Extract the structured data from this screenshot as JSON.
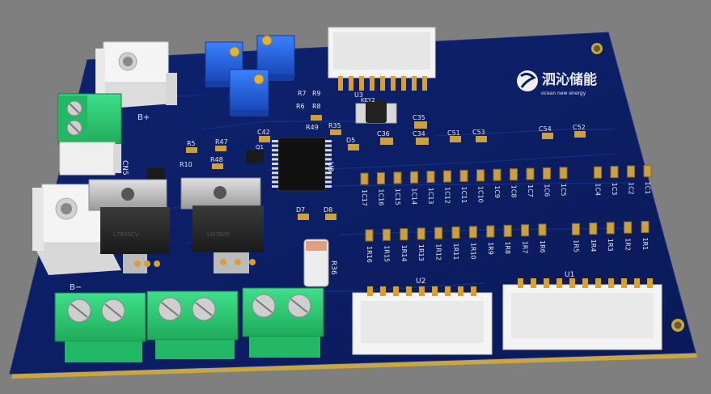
{
  "viewer": {
    "background_color": "#7f7f7f"
  },
  "board": {
    "color": "#0b1e64",
    "edge_color": "#c8a640",
    "silk_color": "#e8e8ec",
    "logo": {
      "name": "泗沁储能",
      "tagline": "ocean new energy"
    },
    "designators": {
      "cn5": "CN5",
      "u1": "U1",
      "u2": "U2",
      "u3": "U3",
      "u8": "U8",
      "q1": "Q1",
      "key": "KEY2",
      "r36": "R36",
      "r5": "R5",
      "r10": "R10",
      "r47": "R47",
      "r48": "R48",
      "r7": "R7",
      "r9": "R9",
      "r6": "R6",
      "r8": "R8",
      "r49": "R49",
      "r35": "R35",
      "c42": "C42",
      "c35": "C35",
      "c36": "C36",
      "c34": "C34",
      "c51": "C51",
      "c53": "C53",
      "c54": "C54",
      "c52": "C52",
      "d5": "D5",
      "d7": "D7",
      "d8": "D8",
      "b_plus": "B+",
      "b_minus": "B−"
    },
    "capacitor_labels": [
      "1C17",
      "1C16",
      "1C15",
      "1C14",
      "1C13",
      "1C12",
      "1C11",
      "1C10",
      "1C9",
      "1C8",
      "1C7",
      "1C6",
      "1C5",
      "1C4",
      "1C3",
      "1C2",
      "1C1"
    ],
    "resistor_labels": [
      "1R16",
      "1R15",
      "1R14",
      "1R13",
      "1R12",
      "1R11",
      "1R10",
      "1R9",
      "1R8",
      "1R7",
      "1R6",
      "1R5",
      "1R4",
      "1R3",
      "1R2",
      "1R1"
    ],
    "components": {
      "terminal_color": "#2ecc71",
      "potentiometer_color": "#1f5fd0",
      "connector_color": "#f2f2f2",
      "ic_color": "#1a1a1a",
      "pin_color": "#d8a030"
    }
  }
}
